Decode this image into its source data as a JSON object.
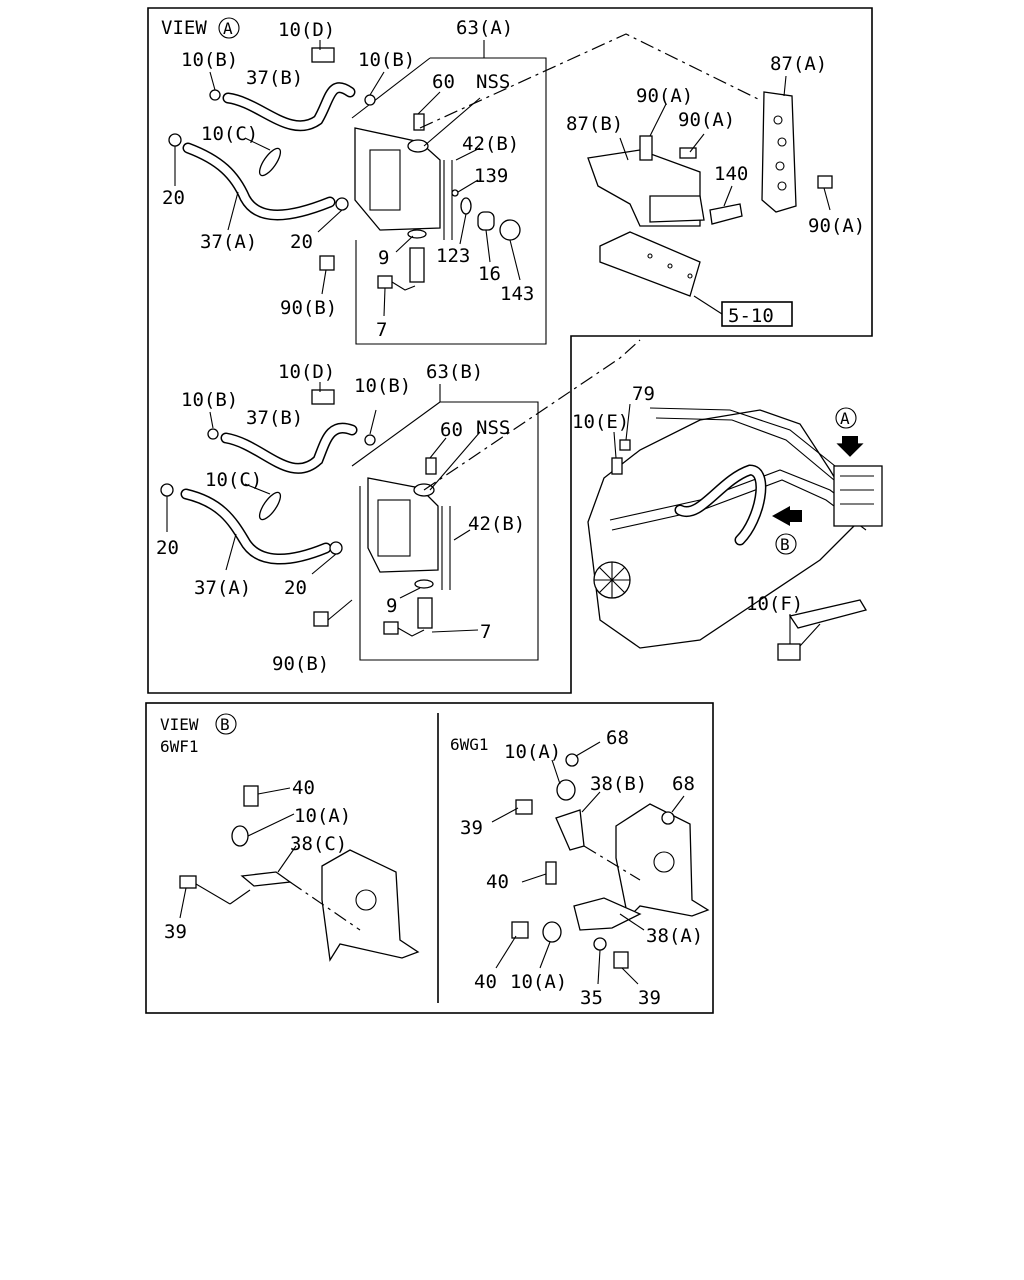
{
  "view_a": {
    "title": "VIEW",
    "marker": "A",
    "upper": {
      "labels": {
        "l_10D": "10(D)",
        "l_63A": "63(A)",
        "l_10B_left": "10(B)",
        "l_37B": "37(B)",
        "l_10B_right": "10(B)",
        "l_60": "60",
        "l_NSS": "NSS",
        "l_10C": "10(C)",
        "l_42B": "42(B)",
        "l_139": "139",
        "l_20_left": "20",
        "l_20_right": "20",
        "l_37A": "37(A)",
        "l_9": "9",
        "l_123": "123",
        "l_16": "16",
        "l_143": "143",
        "l_90B": "90(B)",
        "l_7": "7"
      }
    },
    "lower": {
      "labels": {
        "l_10D": "10(D)",
        "l_63B": "63(B)",
        "l_10B_left": "10(B)",
        "l_37B": "37(B)",
        "l_10B_right": "10(B)",
        "l_60": "60",
        "l_NSS": "NSS",
        "l_10C": "10(C)",
        "l_42B": "42(B)",
        "l_20_left": "20",
        "l_20_right": "20",
        "l_37A": "37(A)",
        "l_9": "9",
        "l_90B": "90(B)",
        "l_7": "7"
      }
    }
  },
  "bracket_panel": {
    "labels": {
      "l_87A": "87(A)",
      "l_87B": "87(B)",
      "l_90A_1": "90(A)",
      "l_90A_2": "90(A)",
      "l_140": "140",
      "l_90A_3": "90(A)",
      "l_ref": "5-10"
    }
  },
  "engine_panel": {
    "labels": {
      "l_79": "79",
      "l_10E": "10(E)",
      "l_view_a": "A",
      "l_view_b": "B",
      "l_10F": "10(F)"
    }
  },
  "view_b": {
    "title": "VIEW",
    "marker": "B",
    "left": {
      "variant": "6WF1",
      "labels": {
        "l_40": "40",
        "l_10A": "10(A)",
        "l_38C": "38(C)",
        "l_39": "39"
      }
    },
    "right": {
      "variant": "6WG1",
      "labels": {
        "l_68_top": "68",
        "l_10A_top": "10(A)",
        "l_38B": "38(B)",
        "l_68_right": "68",
        "l_39_left": "39",
        "l_40_mid": "40",
        "l_38A": "38(A)",
        "l_40_bottom": "40",
        "l_10A_bottom": "10(A)",
        "l_35": "35",
        "l_39_bottom": "39"
      }
    }
  }
}
